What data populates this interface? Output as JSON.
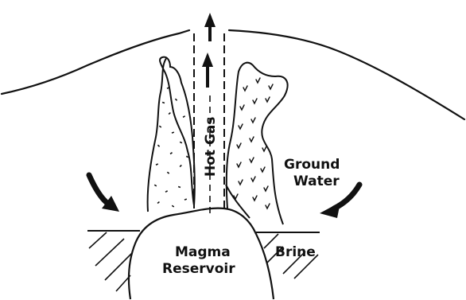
{
  "diagram": {
    "labels": {
      "hot_gas": "Hot Gas",
      "ground_water_line1": "Ground",
      "ground_water_line2": "Water",
      "magma_line1": "Magma",
      "magma_line2": "Reservoir",
      "brine": "Brine"
    },
    "colors": {
      "ink": "#111111",
      "background": "#ffffff"
    }
  }
}
